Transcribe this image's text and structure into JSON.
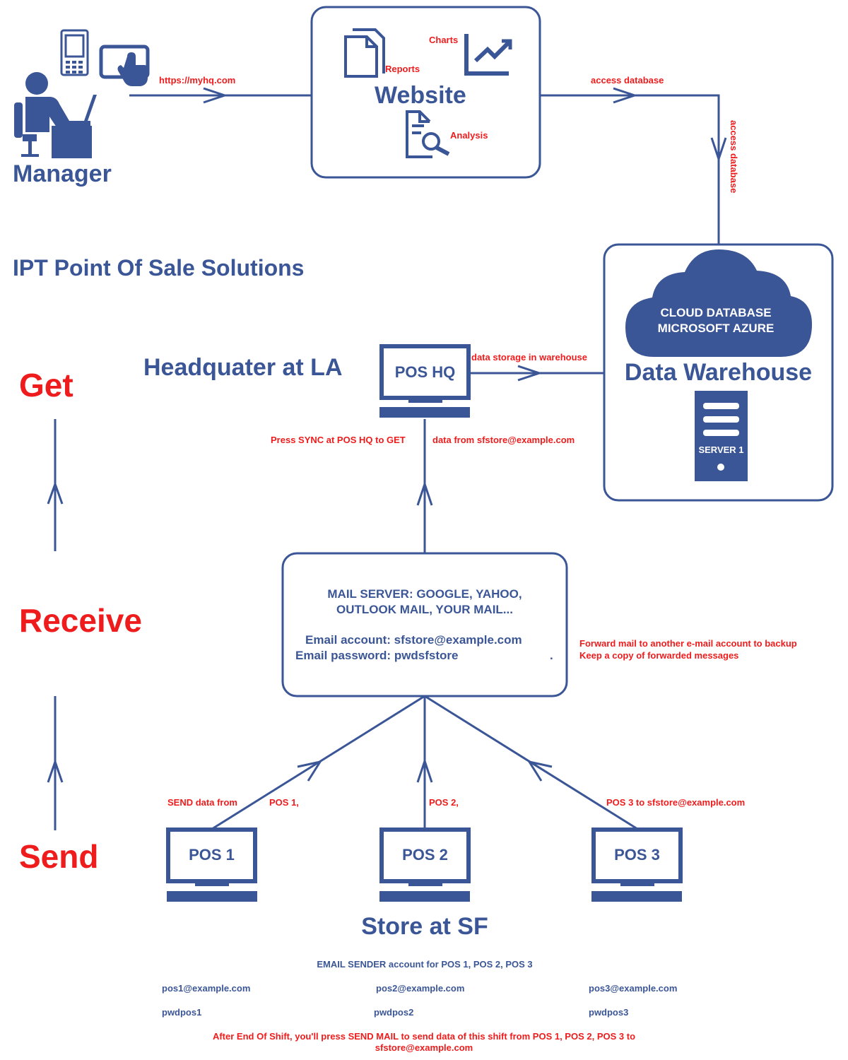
{
  "colors": {
    "primary": "#3b5696",
    "accent": "#ee1c1c"
  },
  "manager": {
    "label": "Manager",
    "url_label": "https://myhq.com",
    "icons": [
      "phone-icon",
      "tablet-touch-icon",
      "person-at-desk-icon"
    ]
  },
  "website": {
    "title": "Website",
    "reports": "Reports",
    "charts": "Charts",
    "analysis": "Analysis",
    "icons": [
      "documents-icon",
      "line-chart-icon",
      "magnifier-document-icon"
    ]
  },
  "access_db_h": "access database",
  "access_db_v": "access database",
  "title": "IPT Point Of Sale Solutions",
  "data_warehouse": {
    "cloud_line1": "CLOUD DATABASE",
    "cloud_line2": "MICROSOFT AZURE",
    "title": "Data Warehouse",
    "server": "SERVER 1"
  },
  "stages": {
    "get": "Get",
    "receive": "Receive",
    "send": "Send"
  },
  "hq": {
    "title": "Headquater at LA",
    "pos_label": "POS HQ",
    "storage_label": "data storage in warehouse",
    "sync_part1": "Press SYNC at POS HQ to GET",
    "sync_part2": "data from sfstore@example.com"
  },
  "mail_server": {
    "line1": "MAIL SERVER: GOOGLE, YAHOO,",
    "line2": "OUTLOOK MAIL, YOUR MAIL...",
    "account": "Email account: sfstore@example.com",
    "password": "Email password: pwdsfstore",
    "dot": "."
  },
  "forward_note": {
    "line1": "Forward mail to another e-mail account to backup",
    "line2": "Keep a copy of forwarded messages"
  },
  "send_labels": {
    "send_from": "SEND data from",
    "pos1": "POS 1,",
    "pos2": "POS 2,",
    "pos3": "POS 3 to sfstore@example.com"
  },
  "store": {
    "title": "Store at SF",
    "pos": [
      "POS 1",
      "POS 2",
      "POS 3"
    ],
    "sender_title": "EMAIL SENDER account for POS 1, POS 2, POS 3",
    "emails": [
      "pos1@example.com",
      "pos2@example.com",
      "pos3@example.com"
    ],
    "passwords": [
      "pwdpos1",
      "pwdpos2",
      "pwdpos3"
    ]
  },
  "footer": {
    "line1": "After End Of Shift, you'll press SEND MAIL to send data of this shift from POS 1, POS 2, POS 3 to",
    "line2": "sfstore@example.com"
  }
}
